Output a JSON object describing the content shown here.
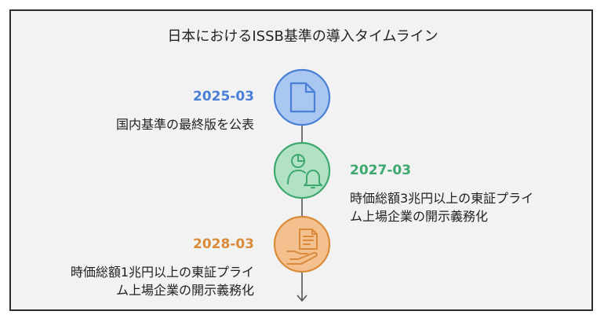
{
  "title": "日本におけるISSB基準の導入タイムライン",
  "events": [
    {
      "date": "2025-03",
      "description": "国内基準の最終版を公表",
      "color": "#4a7fd6",
      "fill": "#a9c7f0",
      "icon": "document-icon"
    },
    {
      "date": "2027-03",
      "description_lines": [
        "時価総額3兆円以上の東証プライ",
        "ム上場企業の開示義務化"
      ],
      "color": "#3da86e",
      "fill": "#b2e2c4",
      "icon": "user-chart-bell-icon"
    },
    {
      "date": "2028-03",
      "description_lines": [
        "時価総額1兆円以上の東証プライ",
        "ム上場企業の開示義務化"
      ],
      "color": "#d98b3a",
      "fill": "#f4c08e",
      "icon": "hand-document-icon"
    }
  ]
}
